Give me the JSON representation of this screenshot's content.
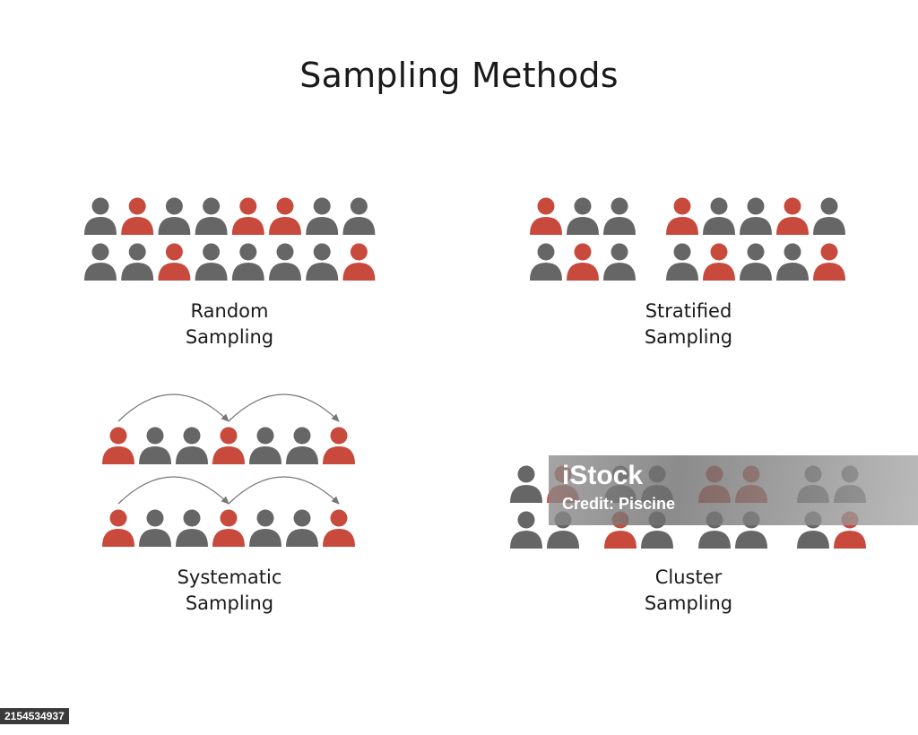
{
  "title": "Sampling Methods",
  "colors": {
    "selected": "#c84a3c",
    "unselected": "#666666",
    "arrow": "#777777"
  },
  "person_icon": "person-icon",
  "panels": {
    "random": {
      "caption": [
        "Random",
        "Sampling"
      ],
      "rows": [
        [
          0,
          1,
          0,
          0,
          1,
          1,
          0,
          0
        ],
        [
          0,
          0,
          1,
          0,
          0,
          0,
          0,
          1
        ]
      ]
    },
    "stratified": {
      "caption": [
        "Stratified",
        "Sampling"
      ],
      "groups": [
        {
          "rows": [
            [
              1,
              0,
              0
            ],
            [
              0,
              1,
              0
            ]
          ]
        },
        {
          "rows": [
            [
              1,
              0,
              0,
              1,
              0
            ],
            [
              0,
              1,
              0,
              0,
              1
            ]
          ]
        }
      ]
    },
    "systematic": {
      "caption": [
        "Systematic",
        "Sampling"
      ],
      "rows": [
        [
          1,
          0,
          0,
          1,
          0,
          0,
          1
        ],
        [
          1,
          0,
          0,
          1,
          0,
          0,
          1
        ]
      ]
    },
    "cluster": {
      "caption": [
        "Cluster",
        "Sampling"
      ],
      "clusters": [
        {
          "rows": [
            [
              0,
              1
            ],
            [
              0,
              0
            ]
          ]
        },
        {
          "rows": [
            [
              0,
              0
            ],
            [
              1,
              0
            ]
          ]
        },
        {
          "rows": [
            [
              1,
              1
            ],
            [
              0,
              0
            ]
          ]
        },
        {
          "rows": [
            [
              0,
              0
            ],
            [
              0,
              1
            ]
          ]
        }
      ]
    }
  },
  "watermark": {
    "brand": "iStock",
    "credit": "Credit: Piscine"
  },
  "image_id": "2154534937"
}
